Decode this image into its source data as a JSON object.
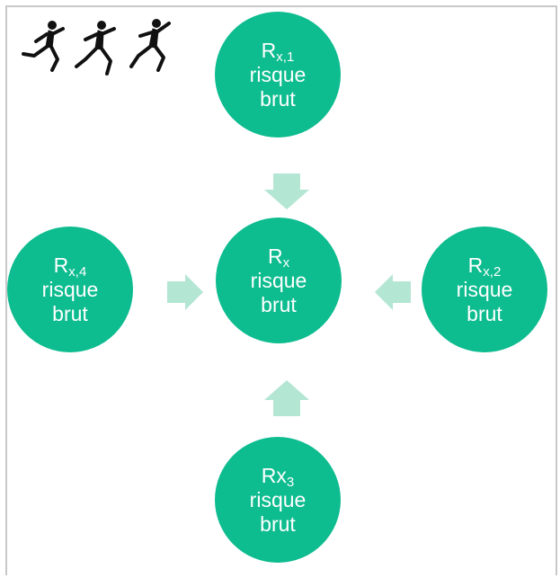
{
  "colors": {
    "node_fill": "#0dbc8f",
    "arrow_fill": "#b4e6d4",
    "node_text": "#ffffff",
    "runner_ink": "#111111"
  },
  "icons": {
    "runners": "runners-illustration"
  },
  "nodes": {
    "top": {
      "base": "R",
      "sub": "x,1",
      "line2": "risque",
      "line3": "brut"
    },
    "center": {
      "base": "R",
      "sub": "x",
      "line2": "risque",
      "line3": "brut"
    },
    "right": {
      "base": "R",
      "sub": "x,2",
      "line2": "risque",
      "line3": "brut"
    },
    "bottom": {
      "base": "Rx",
      "sub": "3",
      "line2": "risque",
      "line3": "brut"
    },
    "left": {
      "base": "R",
      "sub": "x,4",
      "line2": "risque",
      "line3": "brut"
    }
  }
}
